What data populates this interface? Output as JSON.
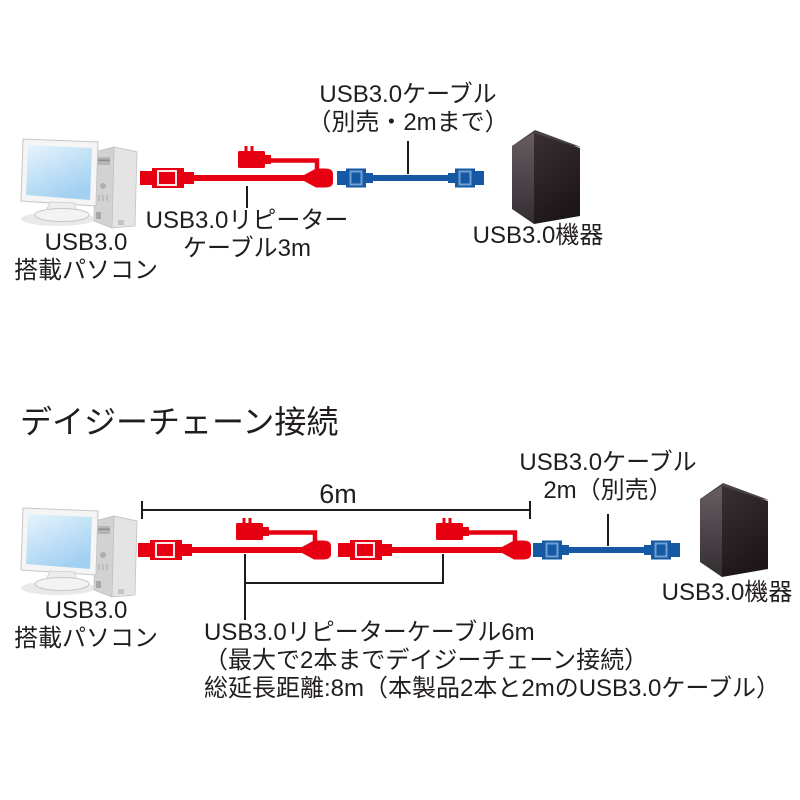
{
  "colors": {
    "cable_red": "#e60012",
    "cable_blue": "#1558a3",
    "cable_blue_inner": "#6f9fd2",
    "device_black": "#221a1c",
    "text": "#211d1c"
  },
  "top_diagram": {
    "pc_label": [
      "USB3.0",
      "搭載パソコン"
    ],
    "repeater_cable_label": [
      "USB3.0リピーター",
      "ケーブル3m"
    ],
    "usb_cable_label": [
      "USB3.0ケーブル",
      "（別売・2mまで）"
    ],
    "device_label": "USB3.0機器"
  },
  "bottom_diagram": {
    "title": "デイジーチェーン接続",
    "dimension_label": "6m",
    "pc_label": [
      "USB3.0",
      "搭載パソコン"
    ],
    "usb_cable_label": [
      "USB3.0ケーブル",
      "2m（別売）"
    ],
    "device_label": "USB3.0機器",
    "note": [
      "USB3.0リピーターケーブル6m",
      "（最大で2本までデイジーチェーン接続）",
      "総延長距離:8m（本製品2本と2mのUSB3.0ケーブル）"
    ]
  }
}
